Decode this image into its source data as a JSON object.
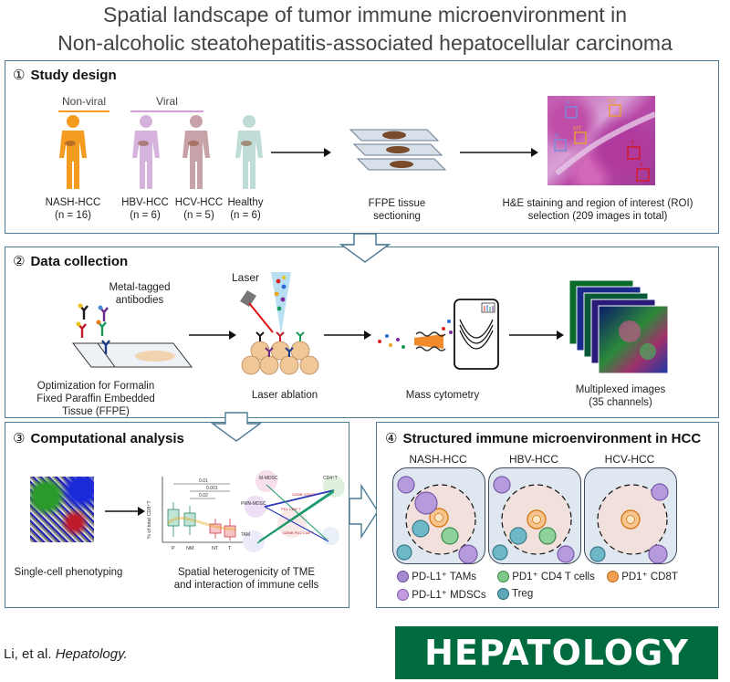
{
  "title": {
    "line1": "Spatial landscape of tumor immune microenvironment in",
    "line2": "Non-alcoholic steatohepatitis-associated hepatocellular carcinoma"
  },
  "panel1": {
    "number": "①",
    "heading": "Study design",
    "group_nonviral": "Non-viral",
    "group_viral": "Viral",
    "cohorts": [
      {
        "name": "NASH-HCC",
        "n": "(n = 16)",
        "color": "#f39c1f"
      },
      {
        "name": "HBV-HCC",
        "n": "(n = 6)",
        "color": "#d5b3dc"
      },
      {
        "name": "HCV-HCC",
        "n": "(n = 5)",
        "color": "#c7a2a8"
      },
      {
        "name": "Healthy",
        "n": "(n = 6)",
        "color": "#bfdcd7"
      }
    ],
    "ffpe_label_1": "FFPE tissue",
    "ffpe_label_2": "sectioning",
    "he_label_1": "H&E staining and region of interest (ROI)",
    "he_label_2": "selection (209 images in total)",
    "roi_tags": [
      "P",
      "P",
      "NT",
      "NT",
      "T",
      "T"
    ]
  },
  "panel2": {
    "number": "②",
    "heading": "Data collection",
    "antibody_label_1": "Metal-tagged",
    "antibody_label_2": "antibodies",
    "ffpe_opt_1": "Optimization for Formalin",
    "ffpe_opt_2": "Fixed Paraffin Embedded",
    "ffpe_opt_3": "Tissue (FFPE)",
    "laser": "Laser",
    "laser_ablation": "Laser ablation",
    "mass_cytometry": "Mass cytometry",
    "multiplexed_1": "Multiplexed images",
    "multiplexed_2": "(35 channels)"
  },
  "panel3": {
    "number": "③",
    "heading": "Computational analysis",
    "single_cell": "Single-cell phenotyping",
    "spatial_1": "Spatial heterogenicity of TME",
    "spatial_2": "and interaction of immune cells",
    "boxplot_ylabel": "% of total CD8⁺T",
    "boxplot_x": [
      "P",
      "NM",
      "NT",
      "T"
    ],
    "boxplot_pvalues": [
      "0.01",
      "0.001",
      "0.02"
    ],
    "network_nodes": [
      "M-MDSC",
      "CD4⁺T",
      "PMN-MDSC",
      "TAM"
    ],
    "network_inner_1": "GZMB CD8⁺T",
    "network_inner_2": "PD1 CD8⁺T",
    "network_inner_3": "GZMB PD1 CD8⁺T"
  },
  "panel4": {
    "number": "④",
    "heading": "Structured immune microenvironment in HCC",
    "box_titles": [
      "NASH-HCC",
      "HBV-HCC",
      "HCV-HCC"
    ],
    "legend": [
      {
        "text": "PD-L1⁺ TAMs",
        "color": "#a58ad0"
      },
      {
        "text": "PD1⁺ CD4 T cells",
        "color": "#7fc98a"
      },
      {
        "text": "PD1⁺ CD8T",
        "color": "#f0a050"
      },
      {
        "text": "PD-L1⁺ MDSCs",
        "color": "#c49be0"
      },
      {
        "text": "Treg",
        "color": "#5fa7b8"
      }
    ]
  },
  "footer": {
    "citation_authors": "Li, et al.",
    "citation_journal": "Hepatology.",
    "journal_logo": "HEPATOLOGY"
  }
}
